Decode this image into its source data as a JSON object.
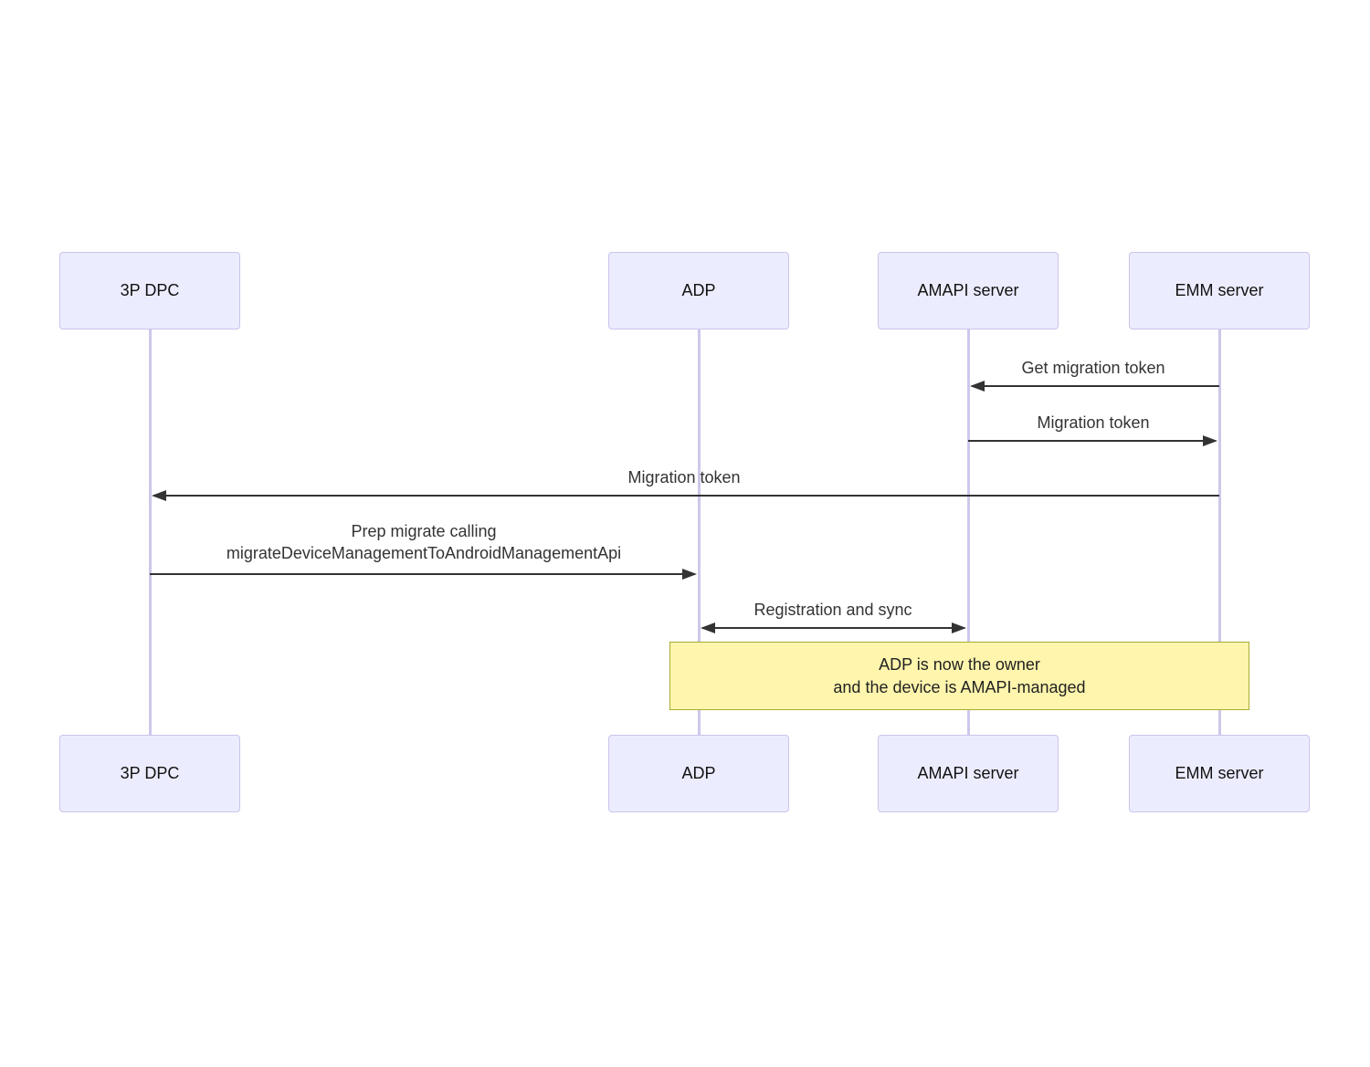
{
  "diagram": {
    "type": "sequence-diagram",
    "actors": [
      {
        "id": "3p-dpc",
        "label": "3P DPC"
      },
      {
        "id": "adp",
        "label": "ADP"
      },
      {
        "id": "amapi-server",
        "label": "AMAPI server"
      },
      {
        "id": "emm-server",
        "label": "EMM server"
      }
    ],
    "messages": [
      {
        "from": "EMM server",
        "to": "AMAPI server",
        "direction": "left",
        "text": "Get migration token"
      },
      {
        "from": "AMAPI server",
        "to": "EMM server",
        "direction": "right",
        "text": "Migration token"
      },
      {
        "from": "EMM server",
        "to": "3P DPC",
        "direction": "left",
        "text": "Migration token"
      },
      {
        "from": "3P DPC",
        "to": "ADP",
        "direction": "right",
        "text": "Prep migrate calling\nmigrateDeviceManagementToAndroidManagementApi"
      },
      {
        "from": "ADP",
        "to": "AMAPI server",
        "direction": "both",
        "text": "Registration and sync"
      }
    ],
    "note": {
      "over": "ADP, EMM server",
      "text": "ADP is now the owner\nand the device is AMAPI-managed"
    },
    "colors": {
      "actor_fill": "#ECECFF",
      "actor_border": "#C9C4EA",
      "lifeline": "#CFC7EB",
      "arrow": "#333333",
      "note_fill": "#FFF5AD",
      "note_border": "#AAAA33",
      "message_text": "#333333"
    }
  }
}
